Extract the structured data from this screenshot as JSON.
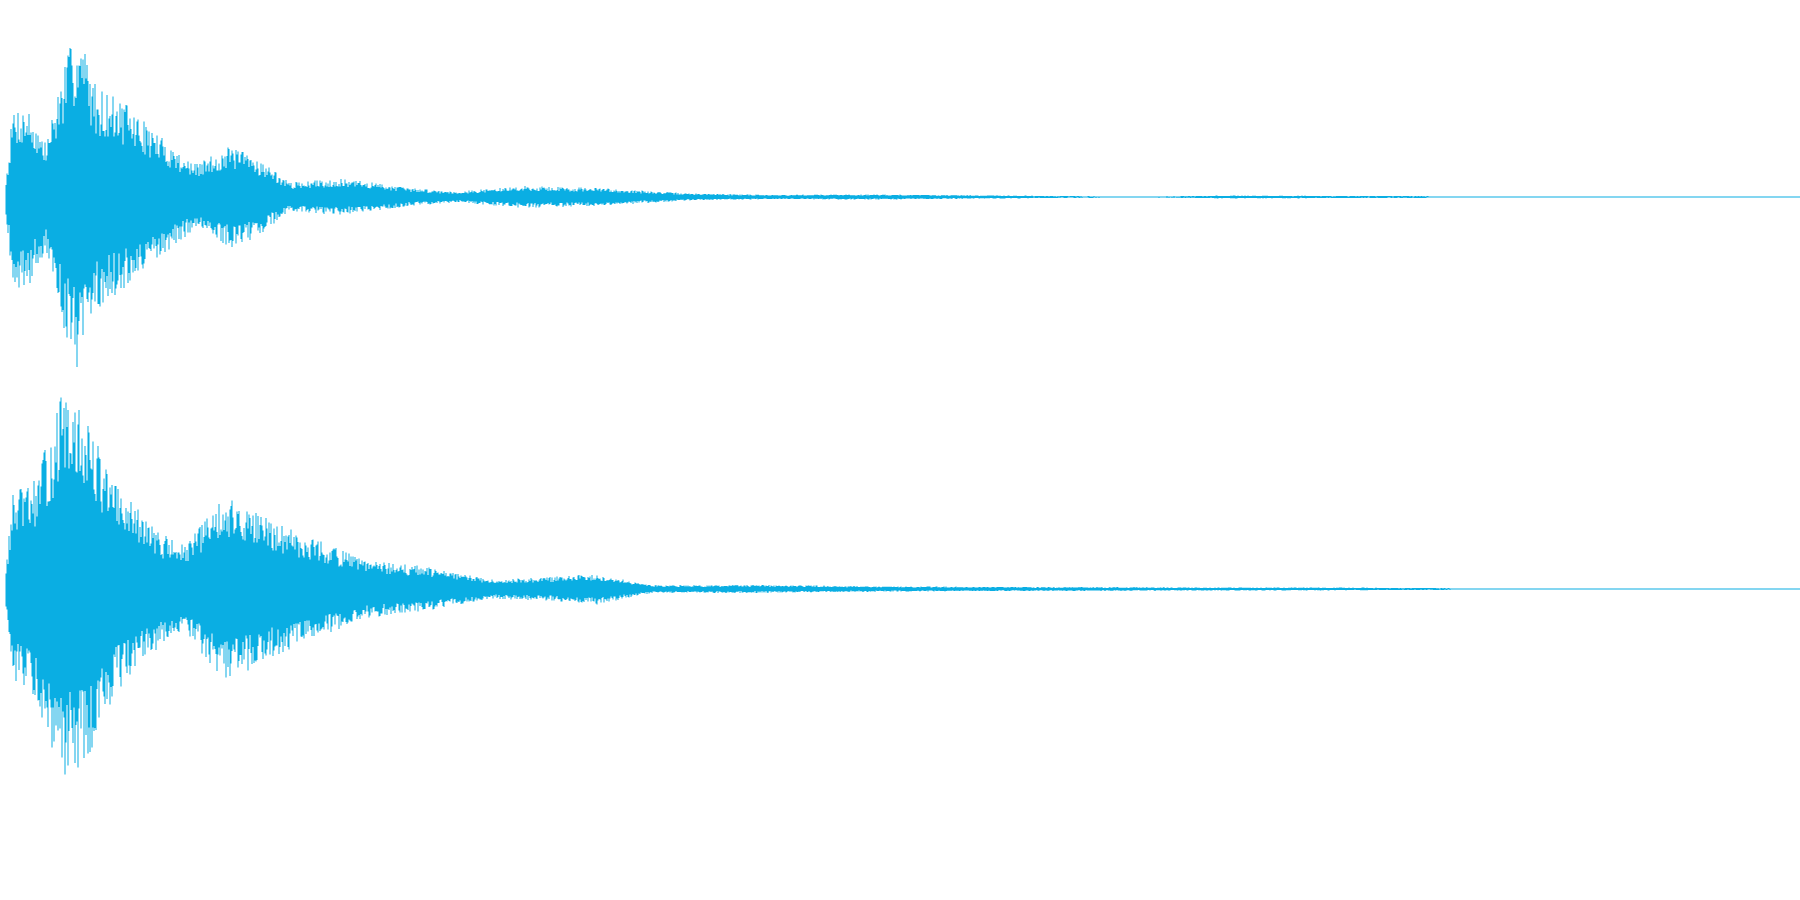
{
  "waveform": {
    "color": "#0aaee3",
    "background": "#ffffff",
    "channels": [
      {
        "name": "channel-1",
        "seed": 7,
        "envelope": [
          [
            0.0,
            0.1
          ],
          [
            0.004,
            0.5
          ],
          [
            0.012,
            0.5
          ],
          [
            0.022,
            0.3
          ],
          [
            0.033,
            0.75
          ],
          [
            0.04,
            0.95
          ],
          [
            0.05,
            0.62
          ],
          [
            0.066,
            0.52
          ],
          [
            0.09,
            0.3
          ],
          [
            0.105,
            0.18
          ],
          [
            0.125,
            0.28
          ],
          [
            0.14,
            0.22
          ],
          [
            0.158,
            0.08
          ],
          [
            0.185,
            0.1
          ],
          [
            0.205,
            0.08
          ],
          [
            0.225,
            0.05
          ],
          [
            0.25,
            0.03
          ],
          [
            0.29,
            0.06
          ],
          [
            0.33,
            0.05
          ],
          [
            0.38,
            0.02
          ],
          [
            0.43,
            0.012
          ],
          [
            0.48,
            0.015
          ],
          [
            0.56,
            0.008
          ],
          [
            0.63,
            0.003
          ],
          [
            0.68,
            0.008
          ],
          [
            0.79,
            0.006
          ],
          [
            0.8,
            0.0
          ],
          [
            1.0,
            0.0
          ]
        ]
      },
      {
        "name": "channel-2",
        "seed": 13,
        "envelope": [
          [
            0.0,
            0.12
          ],
          [
            0.004,
            0.5
          ],
          [
            0.015,
            0.55
          ],
          [
            0.025,
            0.8
          ],
          [
            0.03,
            1.0
          ],
          [
            0.045,
            0.9
          ],
          [
            0.06,
            0.55
          ],
          [
            0.085,
            0.3
          ],
          [
            0.1,
            0.22
          ],
          [
            0.12,
            0.48
          ],
          [
            0.135,
            0.42
          ],
          [
            0.15,
            0.35
          ],
          [
            0.175,
            0.25
          ],
          [
            0.2,
            0.15
          ],
          [
            0.23,
            0.12
          ],
          [
            0.27,
            0.05
          ],
          [
            0.3,
            0.06
          ],
          [
            0.33,
            0.08
          ],
          [
            0.36,
            0.02
          ],
          [
            0.42,
            0.02
          ],
          [
            0.52,
            0.012
          ],
          [
            0.6,
            0.01
          ],
          [
            0.7,
            0.008
          ],
          [
            0.8,
            0.006
          ],
          [
            0.82,
            0.0
          ],
          [
            1.0,
            0.0
          ]
        ]
      }
    ]
  }
}
